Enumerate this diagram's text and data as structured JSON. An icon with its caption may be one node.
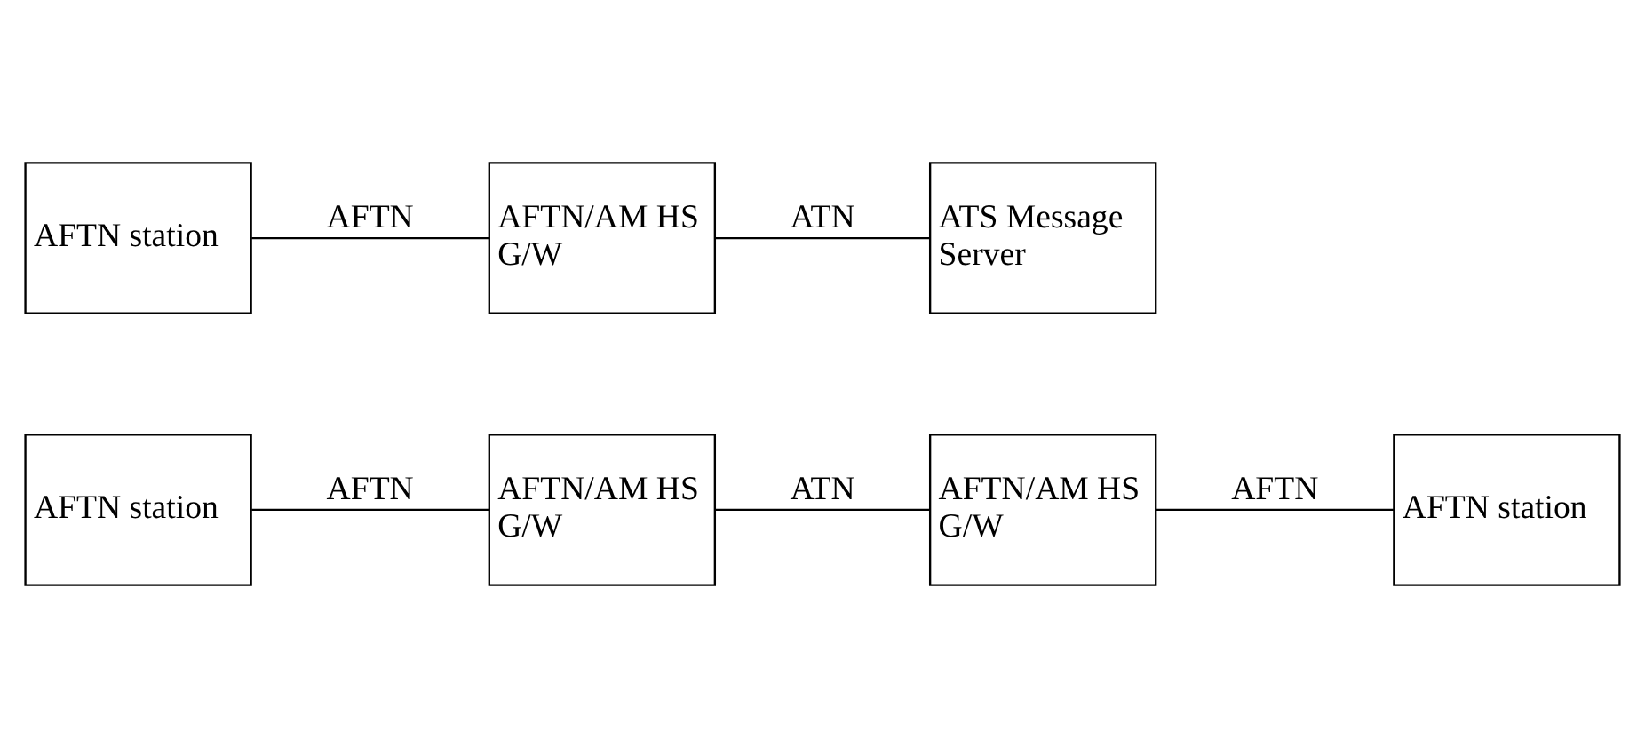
{
  "diagram": {
    "nodes": [
      {
        "text": [
          "AFTN station"
        ]
      },
      {
        "text": [
          "AFTN/AM HS G/W"
        ]
      },
      {
        "text": [
          "AFTN/AM HS G/W"
        ]
      },
      {
        "text": [
          "AFTN station"
        ]
      },
      {
        "text": [
          "AFTN station"
        ]
      },
      {
        "text": [
          "AFTN/AM HS G/W"
        ]
      },
      {
        "text": [
          "ATS Message Server"
        ]
      }
    ],
    "edges": [
      {
        "from": 0,
        "to": 1,
        "arrow": "none",
        "label": "AFTN"
      },
      {
        "from": 1,
        "to": 2,
        "arrow": "none",
        "label": "ATN"
      },
      {
        "from": 2,
        "to": 3,
        "arrow": "none",
        "label": "AFTN"
      },
      {
        "from": 4,
        "to": 5,
        "arrow": "none",
        "label": "AFTN"
      },
      {
        "from": 5,
        "to": 6,
        "arrow": "none",
        "label": "ATN"
      }
    ]
  }
}
